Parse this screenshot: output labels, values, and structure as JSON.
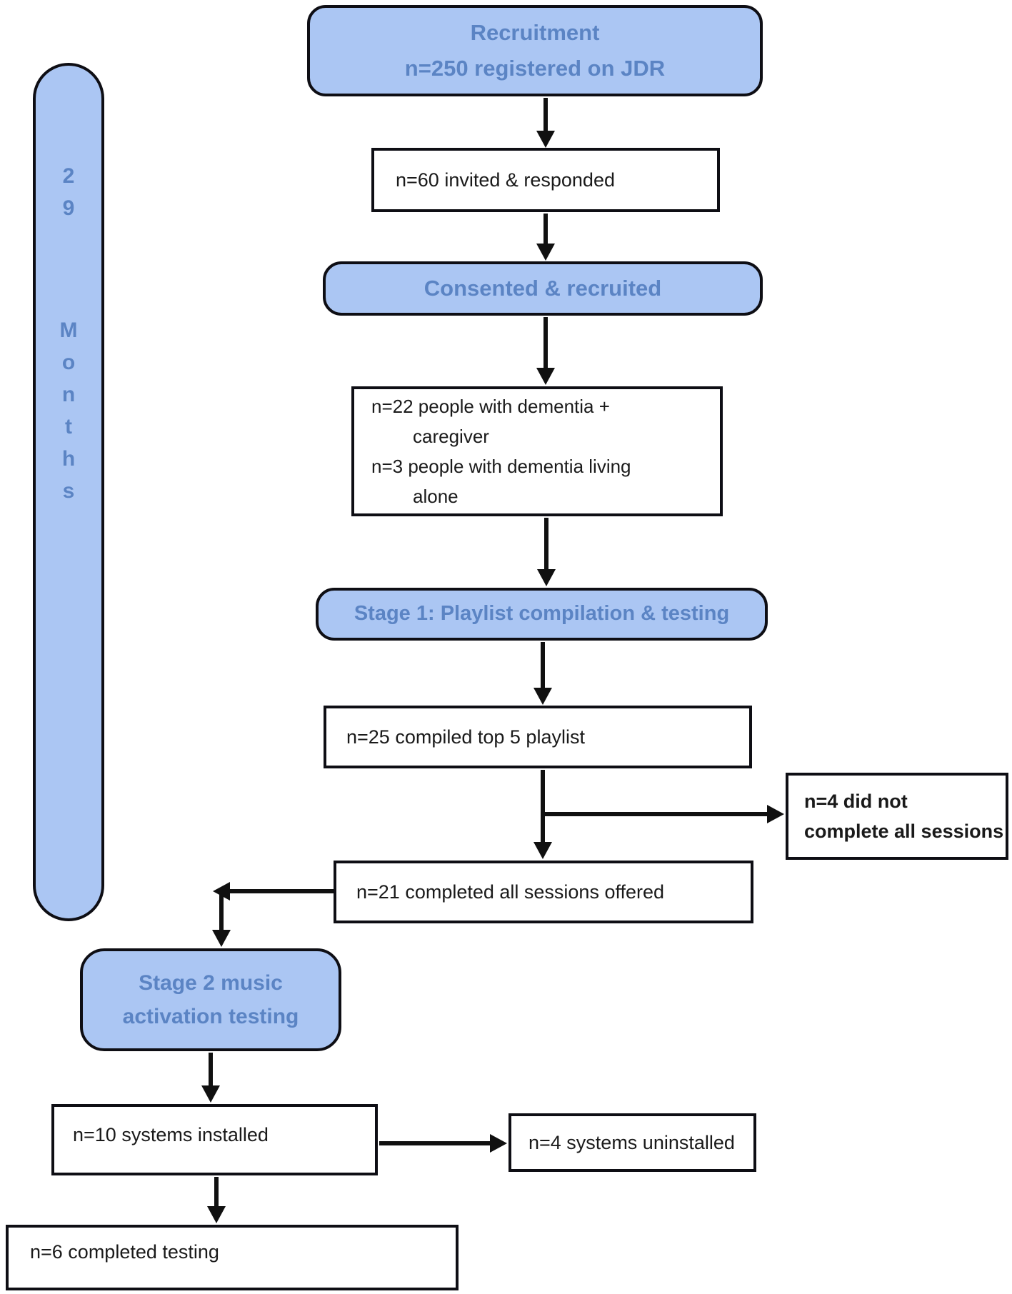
{
  "timeline": {
    "chars": [
      "2",
      "9",
      "M",
      "o",
      "n",
      "t",
      "h",
      "s"
    ],
    "meaning": "29 Months"
  },
  "nodes": {
    "recruitment": {
      "line1": "Recruitment",
      "line2": "n=250 registered on JDR"
    },
    "invited": {
      "text": "n=60 invited & responded"
    },
    "consented": {
      "text": "Consented & recruited"
    },
    "participants": {
      "line1": "n=22 people with dementia +",
      "line2": "caregiver",
      "line3": "n=3 people with dementia living",
      "line4": "alone"
    },
    "stage1": {
      "text": "Stage 1: Playlist compilation & testing"
    },
    "playlist": {
      "text": "n=25 compiled top 5 playlist"
    },
    "not_complete": {
      "line1": "n=4 did not",
      "line2": "complete all sessions"
    },
    "completed_sessions": {
      "text": "n=21 completed all sessions offered"
    },
    "stage2": {
      "line1": "Stage 2 music",
      "line2": "activation testing"
    },
    "installed": {
      "text": "n=10 systems installed"
    },
    "uninstalled": {
      "text": "n=4 systems uninstalled"
    },
    "completed_testing": {
      "text": "n=6 completed testing"
    }
  },
  "colors": {
    "node_fill": "#abc6f3",
    "heading_text": "#5b84c4",
    "border": "#0e0e14",
    "body_text": "#1a1a1a",
    "background": "#ffffff"
  }
}
